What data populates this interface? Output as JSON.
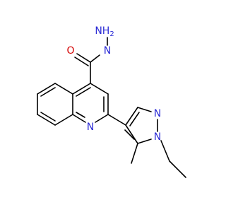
{
  "molecule": {
    "atoms": {
      "nh2": "NH",
      "nh2_sub": "2",
      "nh": "H",
      "nh_n": "N",
      "o": "O",
      "quinoline_n": "N",
      "pyrazole_n1": "N",
      "pyrazole_n2": "N"
    },
    "colors": {
      "bond": "#000000",
      "nitrogen": "#2b2bd6",
      "oxygen": "#d40000",
      "background": "#ffffff"
    }
  }
}
